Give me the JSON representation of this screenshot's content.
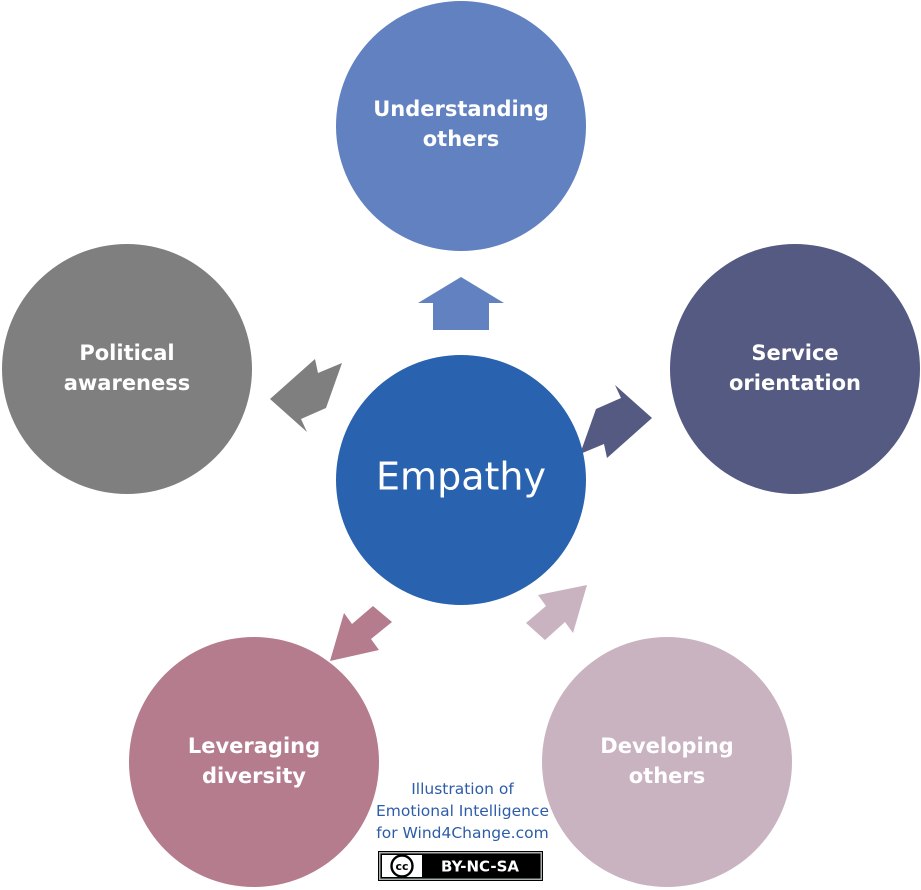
{
  "center": {
    "label": "Empathy",
    "color": "#2962ae"
  },
  "nodes": [
    {
      "id": "understanding-others",
      "line1": "Understanding",
      "line2": "others",
      "color": "#6281c1"
    },
    {
      "id": "service-orientation",
      "line1": "Service",
      "line2": "orientation",
      "color": "#545a82"
    },
    {
      "id": "developing-others",
      "line1": "Developing",
      "line2": "others",
      "color": "#c9b3c0"
    },
    {
      "id": "leveraging-diversity",
      "line1": "Leveraging",
      "line2": "diversity",
      "color": "#b47c8d"
    },
    {
      "id": "political-awareness",
      "line1": "Political",
      "line2": "awareness",
      "color": "#7f7f7f"
    }
  ],
  "credit": {
    "line1": "Illustration of",
    "line2": "Emotional Intelligence",
    "line3": "for Wind4Change.com"
  },
  "license": {
    "icon_text": "cc",
    "label": "BY-NC-SA"
  }
}
